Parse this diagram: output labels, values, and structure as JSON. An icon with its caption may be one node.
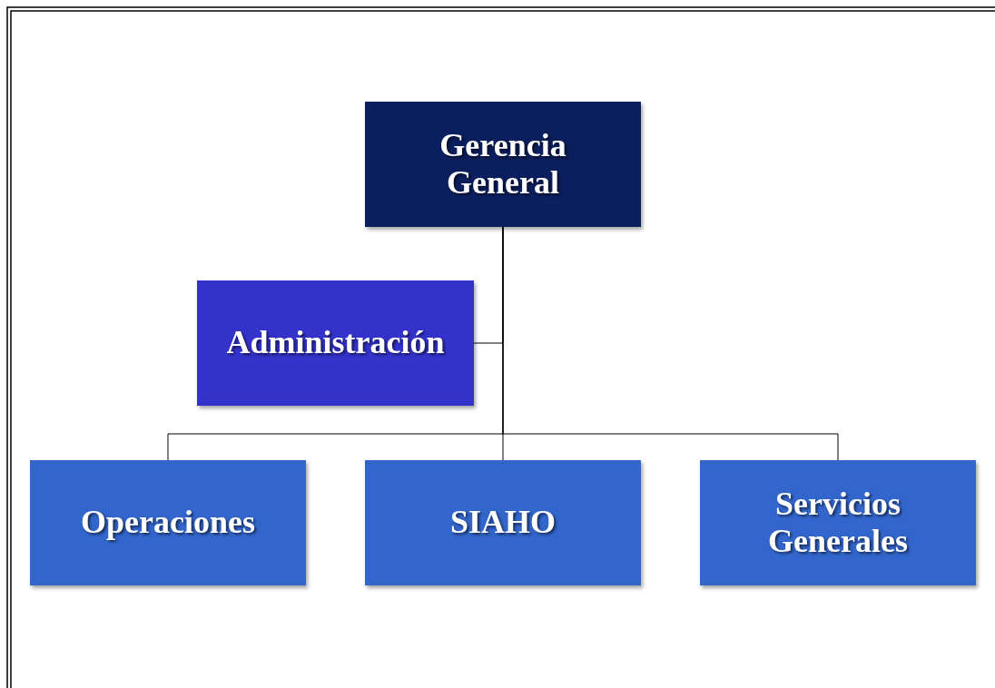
{
  "diagram": {
    "nodes": [
      {
        "text": [
          "Gerencia General"
        ]
      },
      {
        "text": [
          "Administración"
        ]
      },
      {
        "text": [
          "Operaciones"
        ]
      },
      {
        "text": [
          "SIAHO"
        ]
      },
      {
        "text": [
          "Servicios Generales"
        ]
      }
    ],
    "edges": [
      {
        "from": 0,
        "to": 1,
        "arrow": "none"
      },
      {
        "from": 0,
        "to": 2,
        "arrow": "none"
      },
      {
        "from": 0,
        "to": 3,
        "arrow": "none"
      },
      {
        "from": 0,
        "to": 4,
        "arrow": "none"
      }
    ]
  }
}
